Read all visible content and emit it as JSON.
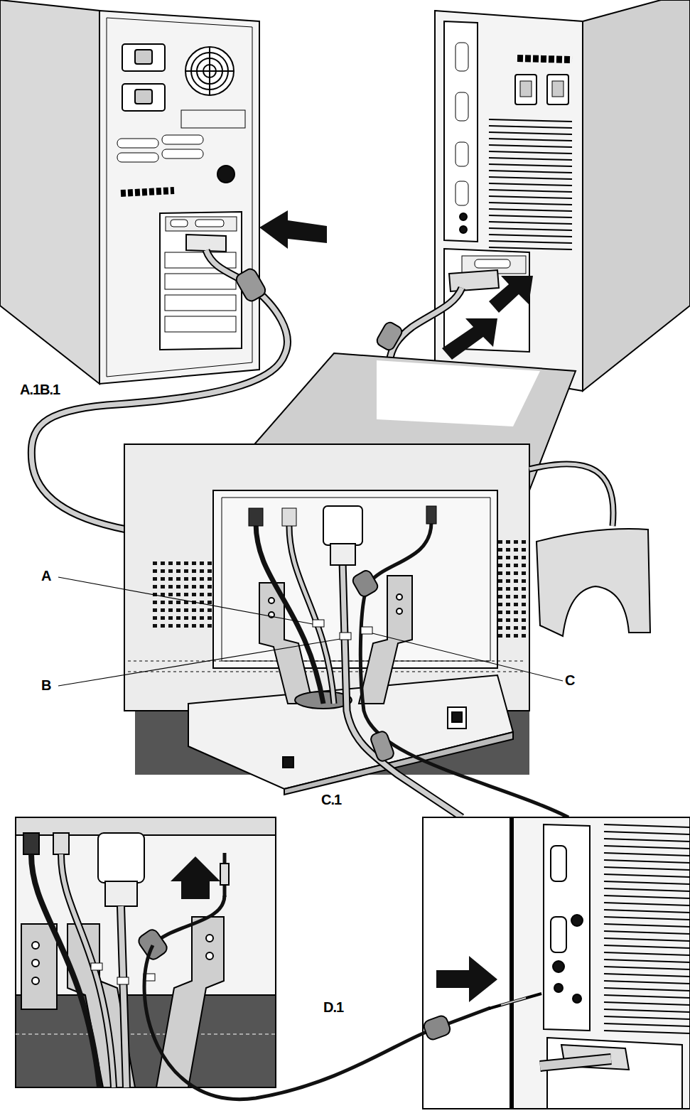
{
  "diagram": {
    "labels": [
      "A.1B.1",
      "A",
      "B",
      "C",
      "C.1",
      "D.1"
    ]
  }
}
